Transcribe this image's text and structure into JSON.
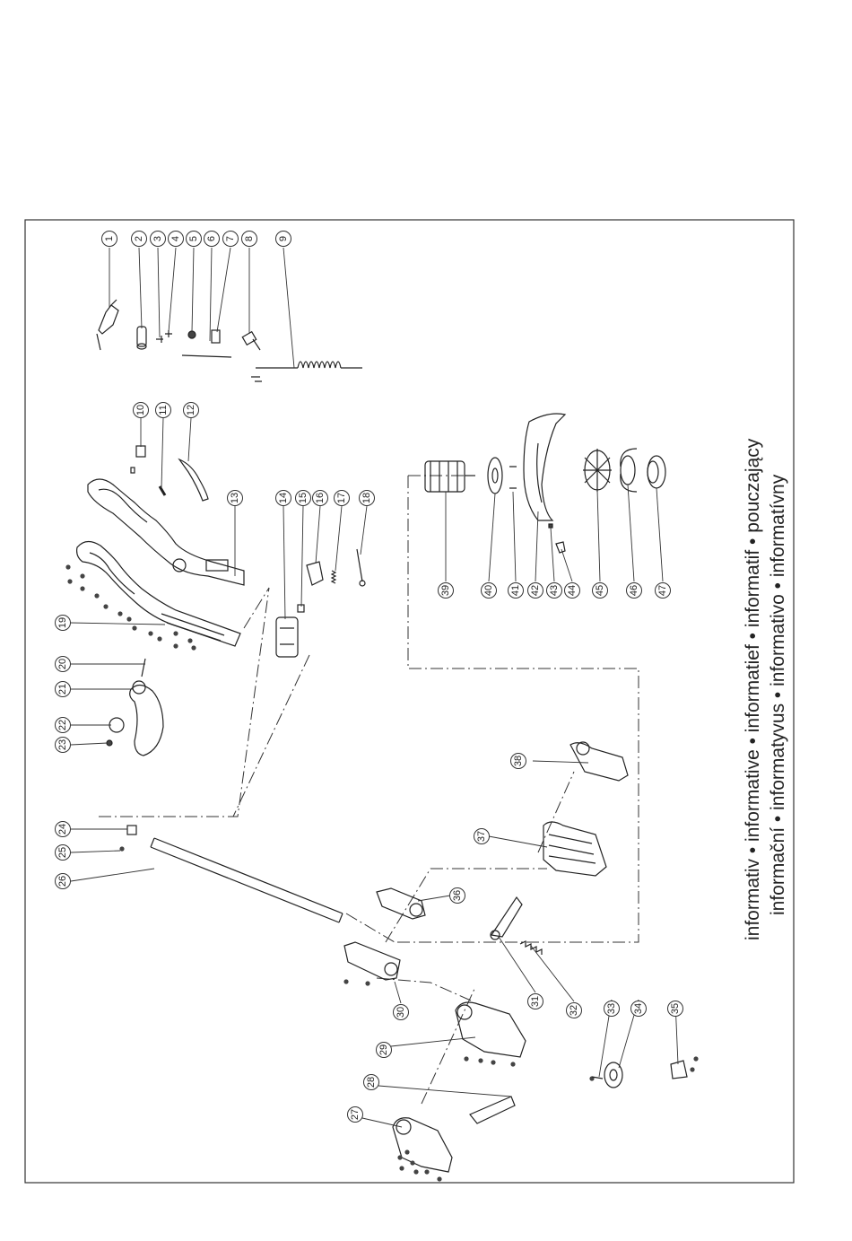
{
  "diagram": {
    "part_numbers": [
      "1",
      "2",
      "3",
      "4",
      "5",
      "6",
      "7",
      "8",
      "9",
      "10",
      "11",
      "12",
      "13",
      "14",
      "15",
      "16",
      "17",
      "18",
      "19",
      "20",
      "21",
      "22",
      "23",
      "24",
      "25",
      "26",
      "27",
      "28",
      "29",
      "30",
      "31",
      "32",
      "33",
      "34",
      "35",
      "36",
      "37",
      "38",
      "39",
      "40",
      "41",
      "42",
      "43",
      "44",
      "45",
      "46",
      "47"
    ],
    "legend_line_1": "informativ • informative • informatief • informatif • pouczający",
    "legend_line_2": "informační • informatyvus • informativo • informatívny"
  }
}
